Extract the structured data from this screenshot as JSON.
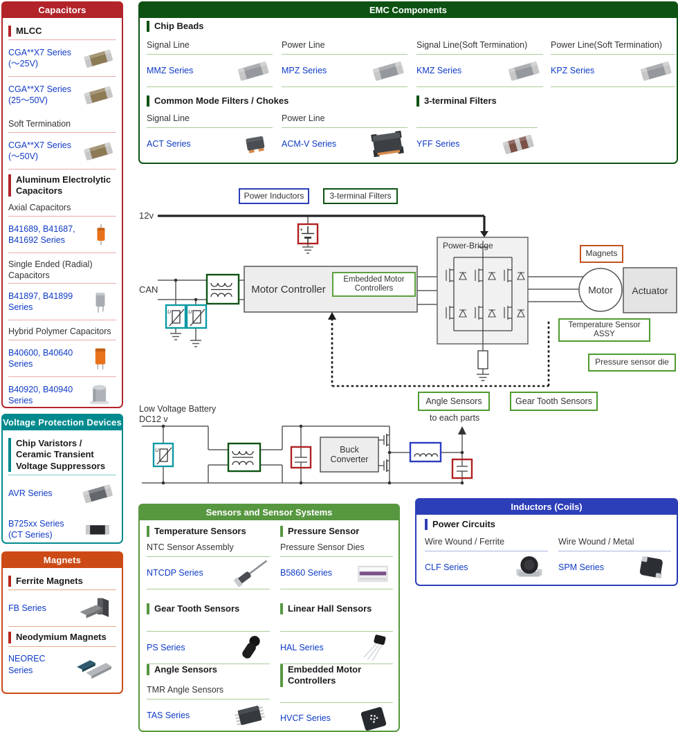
{
  "colors": {
    "capacitors_red": "#b2242a",
    "vpd_teal": "#008a8e",
    "magnets_orange": "#cc4a15",
    "emc_green": "#0d5212",
    "sensors_green": "#579740",
    "inductors_blue": "#2c3eb8",
    "link_blue": "#0e3ac6",
    "diagram_label_green": "#4e9a2e"
  },
  "capacitors": {
    "title": "Capacitors",
    "mlcc_heading": "MLCC",
    "cga_25": "CGA**X7 Series (～25V)",
    "cga_25_50": "CGA**X7 Series (25～50V)",
    "soft_heading": "Soft Termination",
    "cga_50": "CGA**X7 Series (～50V)",
    "alu_heading": "Aluminum Electrolytic Capacitors",
    "axial_heading": "Axial Capacitors",
    "axial_series": "B41689, B41687, B41692 Series",
    "radial_heading": "Single Ended (Radial) Capacitors",
    "radial_series": "B41897, B41899 Series",
    "hybrid_heading": "Hybrid Polymer Capacitors",
    "hybrid_series1": "B40600, B40640 Series",
    "hybrid_series2": "B40920, B40940 Series"
  },
  "vpd": {
    "title": "Voltage Protection Devices",
    "heading": "Chip Varistors / Ceramic Transient Voltage Suppressors",
    "avr": "AVR Series",
    "b725": "B725xx Series (CT Series)"
  },
  "magnets_card": {
    "title": "Magnets",
    "ferrite_heading": "Ferrite Magnets",
    "fb": "FB Series",
    "neo_heading": "Neodymium Magnets",
    "neorec": "NEOREC Series"
  },
  "emc": {
    "title": "EMC Components",
    "chip_beads": "Chip Beads",
    "cols": [
      {
        "sub": "Signal Line",
        "series": "MMZ Series"
      },
      {
        "sub": "Power Line",
        "series": "MPZ Series"
      },
      {
        "sub": "Signal Line(Soft Termination)",
        "series": "KMZ Series"
      },
      {
        "sub": "Power Line(Soft Termination)",
        "series": "KPZ Series"
      }
    ],
    "cmf_heading": "Common Mode Filters / Chokes",
    "cmf_cols": [
      {
        "sub": "Signal Line",
        "series": "ACT Series"
      },
      {
        "sub": "Power Line",
        "series": "ACM-V Series"
      }
    ],
    "three_term_heading": "3-terminal Filters",
    "yff": "YFF Series"
  },
  "diagram": {
    "power_inductors": "Power Inductors",
    "three_terminal": "3-terminal Filters",
    "v12": "12v",
    "can": "CAN",
    "motor_controller": "Motor Controller",
    "embedded": "Embedded Motor Controllers",
    "power_bridge": "Power-Bridge",
    "motor": "Motor",
    "actuator": "Actuator",
    "magnets": "Magnets",
    "temp_assy": "Temperature Sensor ASSY",
    "pressure_die": "Pressure sensor die",
    "angle": "Angle Sensors",
    "gear": "Gear Tooth Sensors",
    "lvb1": "Low Voltage Battery",
    "lvb2": "DC12 v",
    "buck": "Buck Converter",
    "to_each": "to each parts"
  },
  "sensors": {
    "title": "Sensors and Sensor Systems",
    "temp_heading": "Temperature Sensors",
    "ntc_sub": "NTC Sensor Assembly",
    "ntcdp": "NTCDP Series",
    "pressure_heading": "Pressure Sensor",
    "pdies_sub": "Pressure Sensor Dies",
    "b5860": "B5860 Series",
    "gear_heading": "Gear Tooth Sensors",
    "ps": "PS Series",
    "hall_heading": "Linear Hall Sensors",
    "hal": "HAL Series",
    "angle_heading": "Angle Sensors",
    "tmr_sub": "TMR Angle Sensors",
    "tas": "TAS Series",
    "emc_heading": "Embedded Motor Controllers",
    "hvcf": "HVCF Series"
  },
  "inductors": {
    "title": "Inductors (Coils)",
    "power_circuits": "Power Circuits",
    "ferrite_sub": "Wire Wound / Ferrite",
    "clf": "CLF Series",
    "metal_sub": "Wire Wound / Metal",
    "spm": "SPM Series"
  },
  "images": [
    "mlcc-chip",
    "electrolytic-axial",
    "electrolytic-radial",
    "hybrid-polymer",
    "smd-can",
    "varistor-chip",
    "ct-block",
    "ferrite-magnet",
    "neorec-magnet",
    "ferrite-bead-chip",
    "common-mode-choke-small",
    "common-mode-choke-large",
    "three-terminal-chip",
    "ntc-probe",
    "pressure-die",
    "gear-tooth-sensor",
    "hall-to92",
    "tmr-sop",
    "hvcf-qfn",
    "clf-coil",
    "spm-coil"
  ]
}
